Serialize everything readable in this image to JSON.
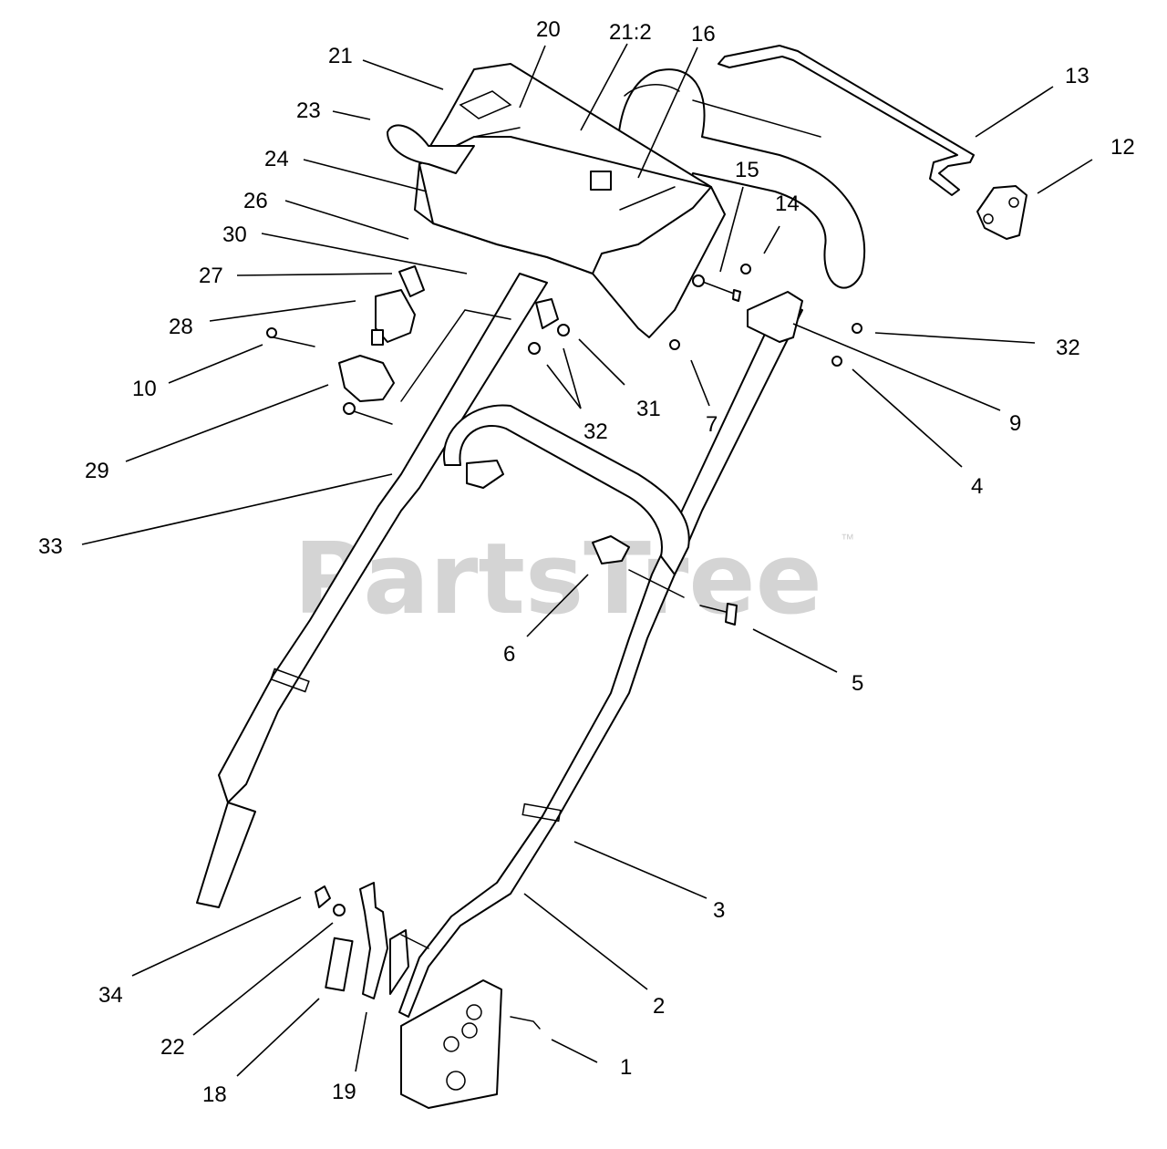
{
  "watermark": {
    "text": "PartsTree",
    "trademark": "™"
  },
  "callouts": [
    {
      "id": "c1",
      "label": "1"
    },
    {
      "id": "c2",
      "label": "2"
    },
    {
      "id": "c3",
      "label": "3"
    },
    {
      "id": "c4",
      "label": "4"
    },
    {
      "id": "c5",
      "label": "5"
    },
    {
      "id": "c6",
      "label": "6"
    },
    {
      "id": "c7",
      "label": "7"
    },
    {
      "id": "c9",
      "label": "9"
    },
    {
      "id": "c10",
      "label": "10"
    },
    {
      "id": "c12",
      "label": "12"
    },
    {
      "id": "c13",
      "label": "13"
    },
    {
      "id": "c14",
      "label": "14"
    },
    {
      "id": "c15",
      "label": "15"
    },
    {
      "id": "c16",
      "label": "16"
    },
    {
      "id": "c18",
      "label": "18"
    },
    {
      "id": "c19",
      "label": "19"
    },
    {
      "id": "c20",
      "label": "20"
    },
    {
      "id": "c212",
      "label": "21:2"
    },
    {
      "id": "c21",
      "label": "21"
    },
    {
      "id": "c22",
      "label": "22"
    },
    {
      "id": "c23",
      "label": "23"
    },
    {
      "id": "c24",
      "label": "24"
    },
    {
      "id": "c26",
      "label": "26"
    },
    {
      "id": "c27",
      "label": "27"
    },
    {
      "id": "c28",
      "label": "28"
    },
    {
      "id": "c29",
      "label": "29"
    },
    {
      "id": "c30",
      "label": "30"
    },
    {
      "id": "c31",
      "label": "31"
    },
    {
      "id": "c32a",
      "label": "32"
    },
    {
      "id": "c32b",
      "label": "32"
    },
    {
      "id": "c33",
      "label": "33"
    },
    {
      "id": "c34",
      "label": "34"
    }
  ]
}
